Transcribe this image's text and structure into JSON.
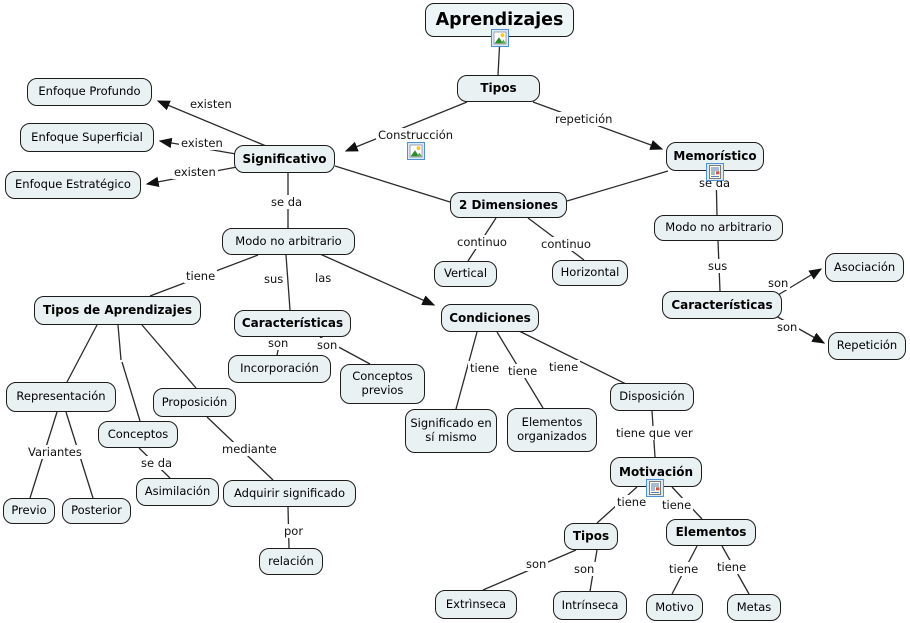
{
  "map_title": "Aprendizajes",
  "concepts": {
    "aprendizajes": "Aprendizajes",
    "tipos": "Tipos",
    "enfoque_profundo": "Enfoque Profundo",
    "enfoque_superficial": "Enfoque Superficial",
    "enfoque_estrategico": "Enfoque Estratégico",
    "significativo": "Significativo",
    "memoristico": "Memorístico",
    "dos_dimensiones": "2 Dimensiones",
    "vertical": "Vertical",
    "horizontal": "Horizontal",
    "modo_no_arbitrario": "Modo no arbitrario",
    "caracteristicas": "Características",
    "asociacion": "Asociación",
    "repeticion": "Repetición",
    "tipos_de_aprendizajes": "Tipos de Aprendizajes",
    "incorporacion": "Incorporación",
    "conceptos_previos": "Conceptos previos",
    "condiciones": "Condiciones",
    "representacion": "Representación",
    "conceptos": "Conceptos",
    "proposicion": "Proposición",
    "previo": "Previo",
    "posterior": "Posterior",
    "asimilacion": "Asimilación",
    "adquirir_significado": "Adquirir significado",
    "relacion": "relación",
    "significado_en_si_mismo": "Significado en sí mismo",
    "elementos_organizados": "Elementos organizados",
    "disposicion": "Disposición",
    "motivacion": "Motivación",
    "tipos_motivacion": "Tipos",
    "elementos_motivacion": "Elementos",
    "extrinseca": "Extrìnseca",
    "intrinseca": "Intrínseca",
    "motivo": "Motivo",
    "metas": "Metas"
  },
  "link_labels": {
    "existen": "existen",
    "construccion": "Construcción",
    "repeticion": "repetición",
    "se_da": "se da",
    "continuo": "continuo",
    "sus": "sus",
    "las": "las",
    "tiene": "tiene",
    "son": "son",
    "variantes": "Variantes",
    "mediante": "mediante",
    "por": "por",
    "tiene_que_ver": "tiene que ver"
  },
  "icons": {
    "image_icon": "image-resource",
    "article_icon": "text-resource"
  },
  "colors": {
    "node_fill": "#eaf1f3",
    "node_border": "#1c1c1c",
    "line": "#2b2b2b",
    "icon_selection": "#4f8fd4"
  }
}
